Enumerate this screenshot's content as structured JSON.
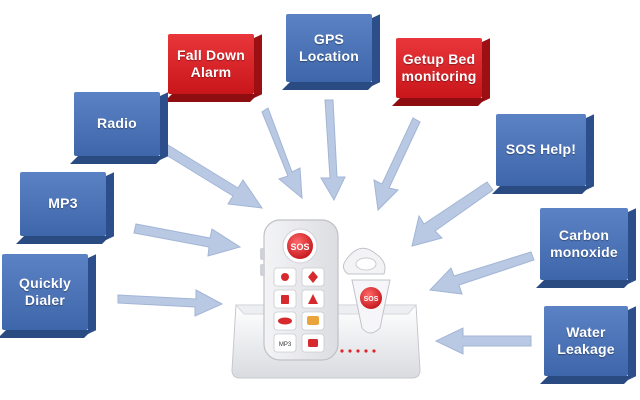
{
  "features": [
    {
      "id": "fall-down-alarm",
      "label": "Fall Down\nAlarm",
      "color": "red"
    },
    {
      "id": "gps-location",
      "label": "GPS\nLocation",
      "color": "blue"
    },
    {
      "id": "getup-bed-monitoring",
      "label": "Getup Bed\nmonitoring",
      "color": "red"
    },
    {
      "id": "radio",
      "label": "Radio",
      "color": "blue"
    },
    {
      "id": "sos-help",
      "label": "SOS Help!",
      "color": "blue"
    },
    {
      "id": "mp3",
      "label": "MP3",
      "color": "blue"
    },
    {
      "id": "carbon-monoxide",
      "label": "Carbon\nmonoxide",
      "color": "blue"
    },
    {
      "id": "quickly-dialer",
      "label": "Quickly\nDialer",
      "color": "blue"
    },
    {
      "id": "water-leakage",
      "label": "Water\nLeakage",
      "color": "blue"
    }
  ],
  "device": {
    "sos_label": "SOS",
    "pendant_label": "SOS",
    "mp3_key": "MP3"
  },
  "colors": {
    "blue": "#4a72b8",
    "red": "#d8232a",
    "arrow": "#b8c8e2"
  }
}
